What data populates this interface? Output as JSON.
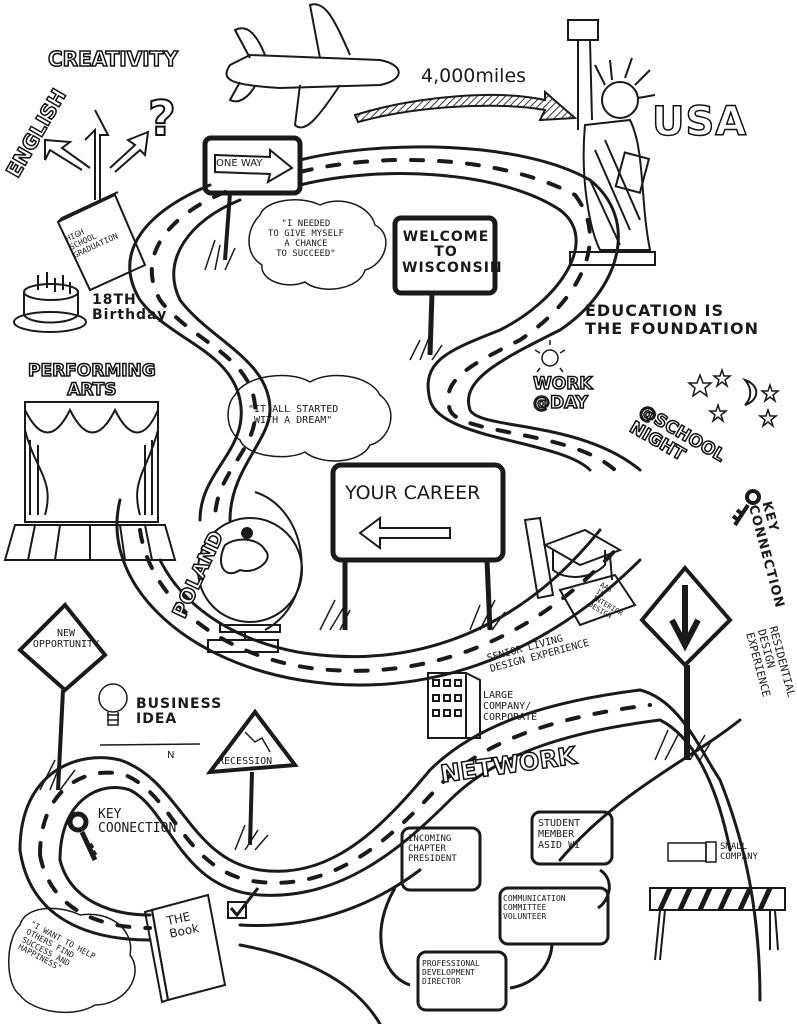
{
  "title": "Career journey map",
  "labels": {
    "creativity": "CREATIVITY",
    "english": "ENGLISH",
    "question_mark": "?",
    "miles": "4,000miles",
    "usa": "USA",
    "one_way": "ONE WAY",
    "high_school": "HIGH\nSCHOOL\nGRADUATION",
    "birthday": "18TH\nBirthday",
    "quote_chance": "\"I NEEDED\nTO GIVE MYSELF\nA CHANCE\nTO SUCCEED\"",
    "welcome": "WELCOME\nTO\nWISCONSIN",
    "education": "EDUCATION IS\nTHE FOUNDATION",
    "work_day": "WORK\n@DAY",
    "school_night": "@SCHOOL\nNIGHT",
    "performing_arts": "PERFORMING\nARTS",
    "quote_dream": "\"IT ALL STARTED\nWITH A DREAM\"",
    "your_career": "YOUR CAREER",
    "poland": "POLAND",
    "aas": "AAS\nIN\nINTERIOR\nDESIGN",
    "key_connection_right": "KEY\nCONNECTION",
    "senior_living": "SENIOR LIVING\nDESIGN EXPERIENCE",
    "residential": "RESIDENTIAL\nDESIGN EXPERIENCE",
    "new_opportunity": "NEW\nOPPORTUNITY",
    "business_idea": "BUSINESS\nIDEA",
    "business_n": "N",
    "recession": "RECESSION",
    "large_company": "LARGE\nCOMPANY/\nCORPORATE",
    "network": "NETWORK",
    "key_connection_left": "KEY\nCOONECTION",
    "student_member": "STUDENT\nMEMBER\nASID WI",
    "incoming_president": "INCOMING\nCHAPTER\nPRESIDENT",
    "communication": "COMMUNICATION\nCOMMITTEE\nVOLUNTEER",
    "professional_dev": "PROFESSIONAL\nDEVELOPMENT\nDIRECTOR",
    "the_book": "THE\nBook",
    "quote_help": "\"I WANT TO HELP\nOTHERS FIND\nSUCCESS AND\nHAPPINESS\"",
    "small_company": "SMALL\nCOMPANY"
  },
  "icons": [
    "airplane-icon",
    "statue-of-liberty-icon",
    "arrow-icon",
    "cake-icon",
    "book-icon",
    "stage-curtain-icon",
    "globe-icon",
    "graduation-cap-icon",
    "diploma-icon",
    "key-icon",
    "merge-sign-icon",
    "lightbulb-icon",
    "building-icon",
    "barricade-icon",
    "checkbox-icon",
    "sun-icon",
    "moon-icon",
    "star-icon"
  ],
  "colors": {
    "ink": "#1a1a1a",
    "paper": "#ffffff",
    "hatch": "#555555"
  }
}
